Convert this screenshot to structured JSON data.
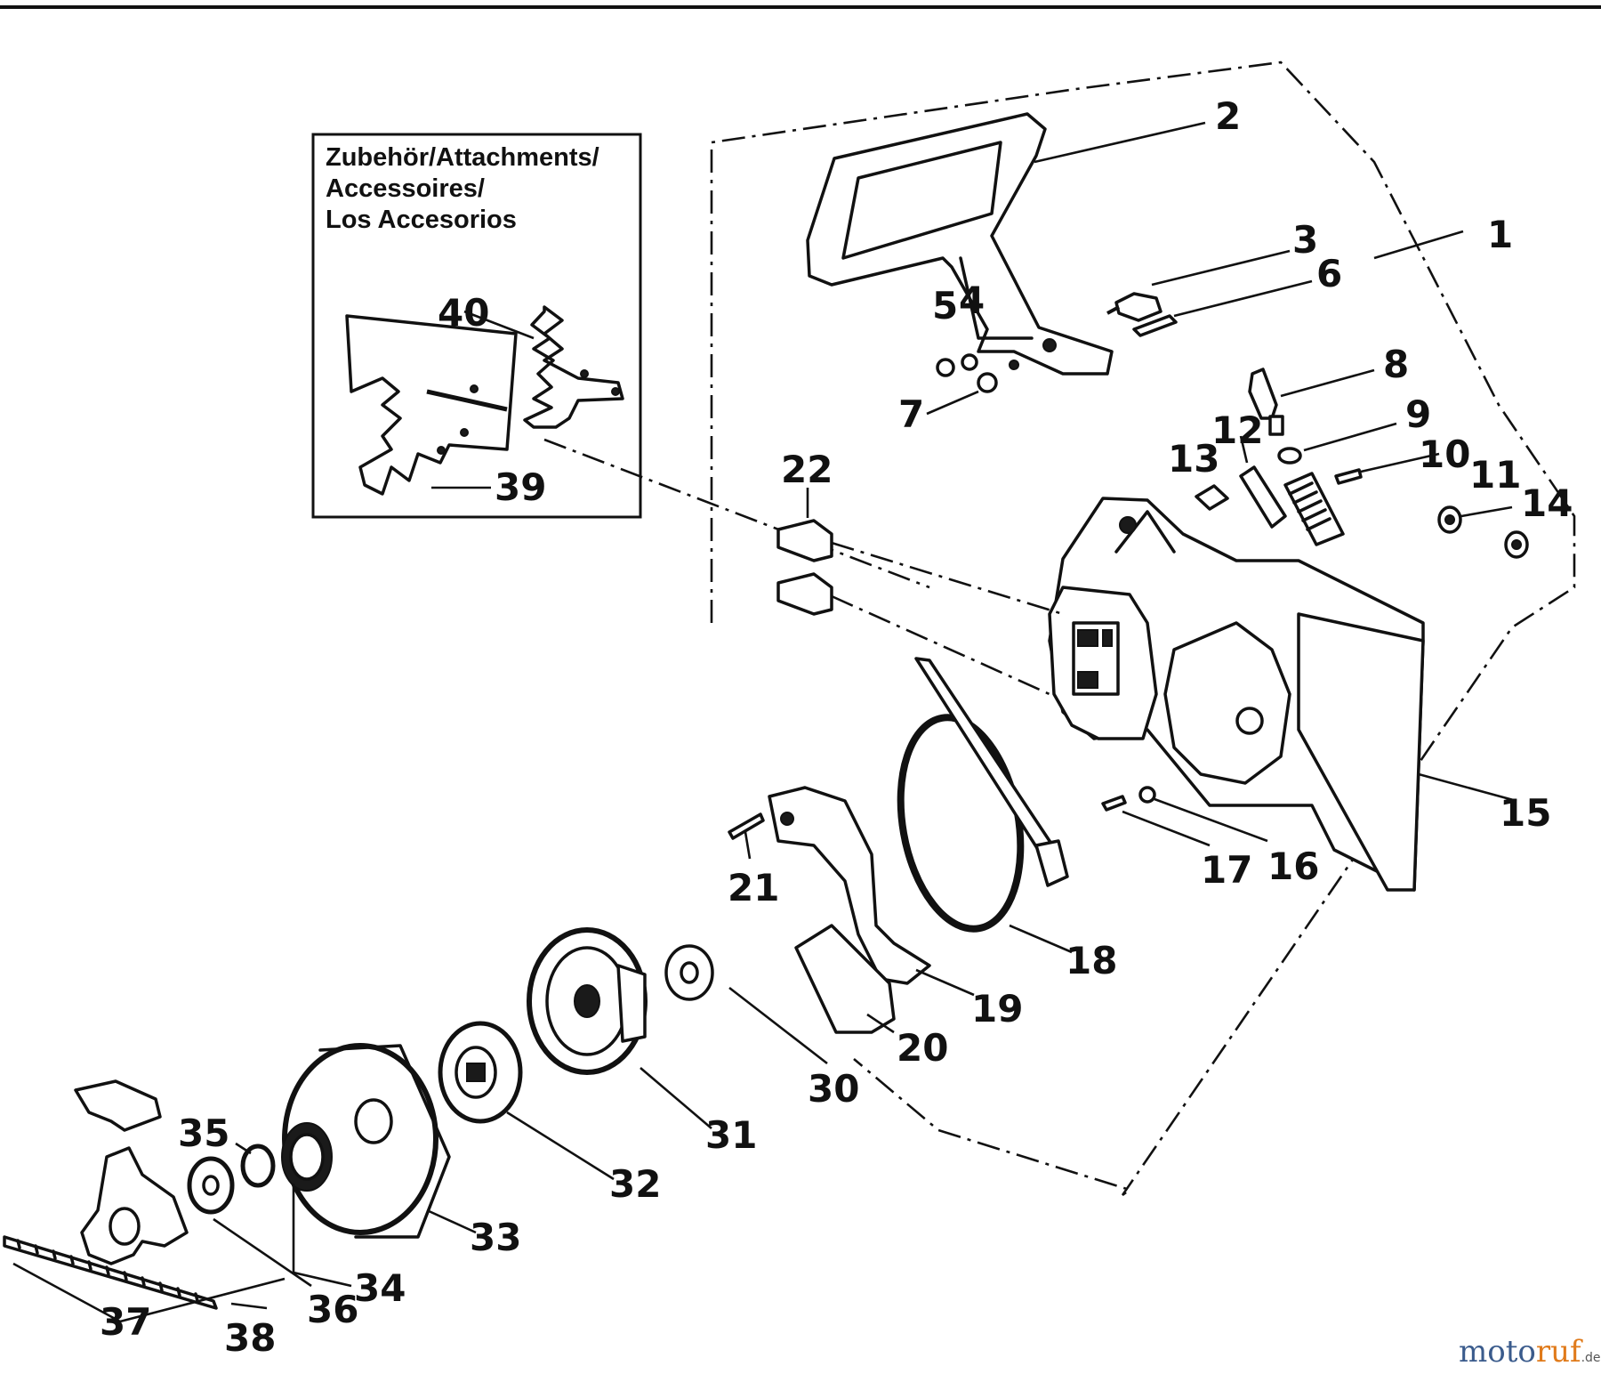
{
  "attachments_box": {
    "title_lines": [
      "Zubehör/Attachments/",
      "Accessoires/",
      "Los Accesorios"
    ]
  },
  "labels": {
    "l1": "1",
    "l2": "2",
    "l3": "3",
    "l4": "4",
    "l5": "5",
    "l6": "6",
    "l7": "7",
    "l8": "8",
    "l9": "9",
    "l10": "10",
    "l11": "11",
    "l12": "12",
    "l13": "13",
    "l14": "14",
    "l15": "15",
    "l16": "16",
    "l17": "17",
    "l18": "18",
    "l19": "19",
    "l20": "20",
    "l21": "21",
    "l22": "22",
    "l30": "30",
    "l31": "31",
    "l32": "32",
    "l33": "33",
    "l34": "34",
    "l35": "35",
    "l36": "36",
    "l37": "37",
    "l38": "38",
    "l39": "39",
    "l40": "40"
  },
  "watermark": {
    "part1": "moto",
    "part2": "ruf",
    "suffix": ".de"
  }
}
